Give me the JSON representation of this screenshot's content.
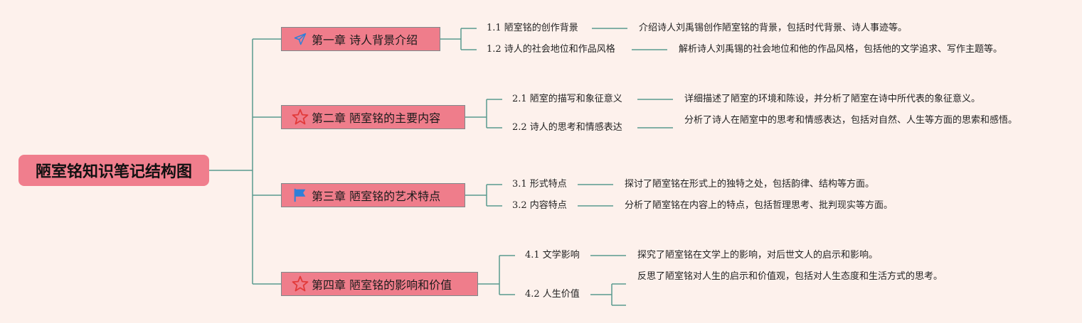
{
  "root": {
    "title": "陋室铭知识笔记结构图"
  },
  "chapters": [
    {
      "title": "第一章 诗人背景介绍",
      "icon": "paper-plane-icon",
      "sections": [
        {
          "label": "1.1 陋室铭的创作背景",
          "desc": "介绍诗人刘禹锡创作陋室铭的背景，包括时代背景、诗人事迹等。"
        },
        {
          "label": "1.2 诗人的社会地位和作品风格",
          "desc": "解析诗人刘禹锡的社会地位和他的作品风格，包括他的文学追求、写作主题等。"
        }
      ]
    },
    {
      "title": "第二章 陋室铭的主要内容",
      "icon": "star-icon",
      "sections": [
        {
          "label": "2.1 陋室的描写和象征意义",
          "desc": "详细描述了陋室的环境和陈设，并分析了陋室在诗中所代表的象征意义。"
        },
        {
          "label": "2.2 诗人的思考和情感表达",
          "desc": "分析了诗人在陋室中的思考和情感表达，包括对自然、人生等方面的思索和感悟。"
        }
      ]
    },
    {
      "title": "第三章 陋室铭的艺术特点",
      "icon": "flag-icon",
      "sections": [
        {
          "label": "3.1 形式特点",
          "desc": "探讨了陋室铭在形式上的独特之处，包括韵律、结构等方面。"
        },
        {
          "label": "3.2 内容特点",
          "desc": "分析了陋室铭在内容上的特点，包括哲理思考、批判现实等方面。"
        }
      ]
    },
    {
      "title": "第四章 陋室铭的影响和价值",
      "icon": "star-icon",
      "sections": [
        {
          "label": "4.1 文学影响",
          "desc": "探究了陋室铭在文学上的影响，对后世文人的启示和影响。"
        },
        {
          "label": "4.2 人生价值",
          "desc": "反思了陋室铭对人生的启示和价值观，包括对人生态度和生活方式的思考。"
        }
      ]
    }
  ],
  "colors": {
    "background": "#fdf1ec",
    "node_fill": "#ef7d8b",
    "connector": "#5a9a8e",
    "icon_blue": "#2f7fd8",
    "icon_red": "#e23a3a"
  }
}
